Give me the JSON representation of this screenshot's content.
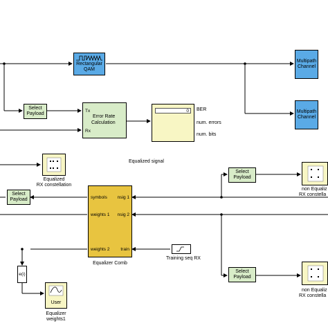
{
  "blocks": {
    "rect_qam": {
      "line1": "Rectangular",
      "line2": "QAM"
    },
    "multipath_top": {
      "line1": "Multipath",
      "line2": "Channel"
    },
    "multipath_mid": {
      "line1": "Multipath",
      "line2": "Channel"
    },
    "select_payload_1": {
      "line1": "Select",
      "line2": "Payload"
    },
    "error_rate": {
      "line1": "Error Rate",
      "line2": "Calculation",
      "port_tx": "Tx",
      "port_rx": "Rx"
    },
    "ber_display": {
      "value": "0",
      "label_ber": "BER",
      "label_errors": "num. errors",
      "label_bits": "num. bits"
    },
    "equalized_signal_label": "Equalized signal",
    "eq_rx_const": {
      "line1": "Equalized",
      "line2": "RX constellation"
    },
    "select_payload_2": {
      "line1": "Select",
      "line2": "Payload"
    },
    "select_payload_3": {
      "line1": "Select",
      "line2": "Payload"
    },
    "select_payload_4": {
      "line1": "Select",
      "line2": "Payload"
    },
    "non_eq_top": {
      "line1": "non Equaliz",
      "line2": "RX constella"
    },
    "non_eq_bottom": {
      "line1": "non Equaliz",
      "line2": "RX constella"
    },
    "equalizer": {
      "name": "Equalizer Comb",
      "port_symbols": "symbols",
      "port_weights1": "weights 1",
      "port_weights2": "weights 2",
      "port_nsig1": "nsig 1",
      "port_nsig2": "nsig 2",
      "port_train": "train"
    },
    "training": {
      "name": "Training seq RX"
    },
    "abs_block": {
      "text": "e(i)"
    },
    "user_scope": {
      "text": "User",
      "line1": "Equalizer",
      "line2": "weights1"
    }
  },
  "colors": {
    "green": "#d8ecc8",
    "blue": "#5aaae6",
    "yellow": "#f8f6c4",
    "gold": "#e8c440",
    "scope": "#f8f6c4"
  }
}
